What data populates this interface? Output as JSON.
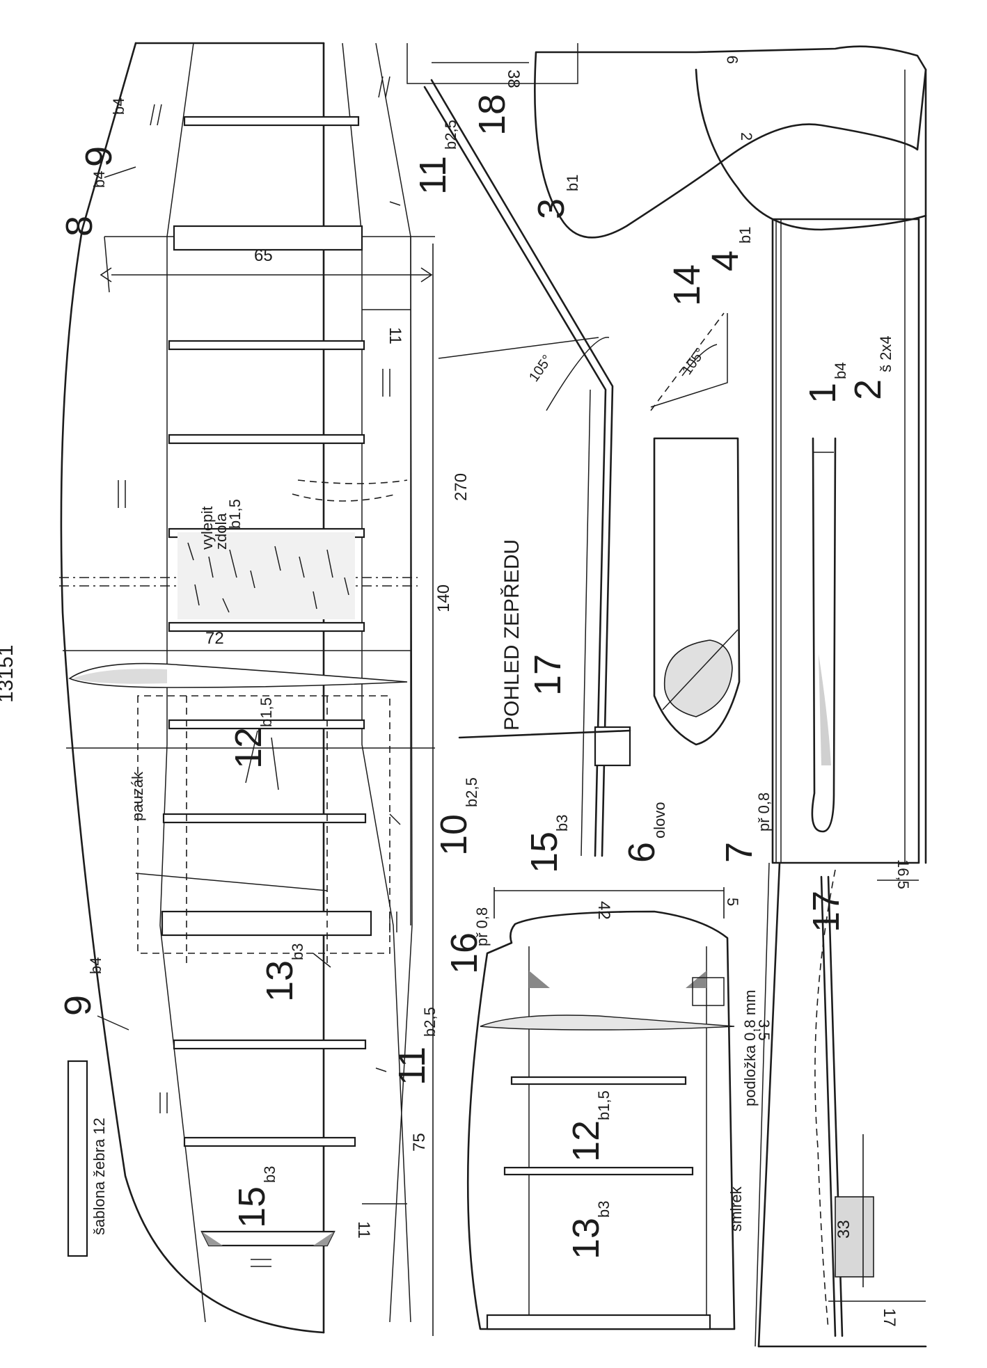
{
  "drawing": {
    "side_note": "13151",
    "template_label": "šablona žebra 12",
    "view_label": "POHLED ZEPŘEDU",
    "labels": {
      "part8": "8",
      "part8_sub": "b4",
      "part9_top": "9",
      "part9_top_sub": "b4",
      "part9_bottom": "9",
      "part9_bottom_sub": "b4",
      "part11_top": "11",
      "part11_top_sub": "b2,5",
      "part11_bottom": "11",
      "part11_bottom_sub": "b2,5",
      "part10": "10",
      "part10_sub": "b2,5",
      "part12_wing": "12",
      "part12_wing_sub": "b1,5",
      "part13_wing": "13",
      "part13_wing_sub": "b3",
      "part15_wing": "15",
      "part15_wing_sub": "b3",
      "part3": "3",
      "part3_sub": "b1",
      "part4": "4",
      "part4_sub": "b1",
      "part1": "1",
      "part1_sub": "b4",
      "part2": "2",
      "part2_sub": "š 2x4",
      "part14": "14",
      "part18": "18",
      "part17_view": "17",
      "part17_fus": "17",
      "part6": "6",
      "part6_sub": "olovo",
      "part7": "7",
      "part7_sub": "př 0,8",
      "part16": "16",
      "part16_sub": "př 0,8",
      "part15_tail": "15",
      "part15_tail_sub": "b3",
      "part12_tail": "12",
      "part12_tail_sub": "b1,5",
      "part13_tail": "13",
      "part13_tail_sub": "b3",
      "pauzak": "pauzák",
      "vylepit": "vylepit",
      "zdola": "zdola",
      "vylepit_sub": "b1,5",
      "podlozka": "podložka 0,8 mm",
      "smirek": "smirek"
    },
    "dimensions": {
      "d65": "65",
      "d270": "270",
      "d140": "140",
      "d72": "72",
      "d75": "75",
      "d11_top": "11",
      "d11_bottom": "11",
      "d38": "38",
      "d9": "9",
      "d2": "2",
      "d105_a": "105°",
      "d105_b": "105°",
      "d42": "42",
      "d5": "5",
      "d3_5": "3,5",
      "d16_5": "16,5",
      "d33": "33",
      "d17": "17"
    }
  }
}
